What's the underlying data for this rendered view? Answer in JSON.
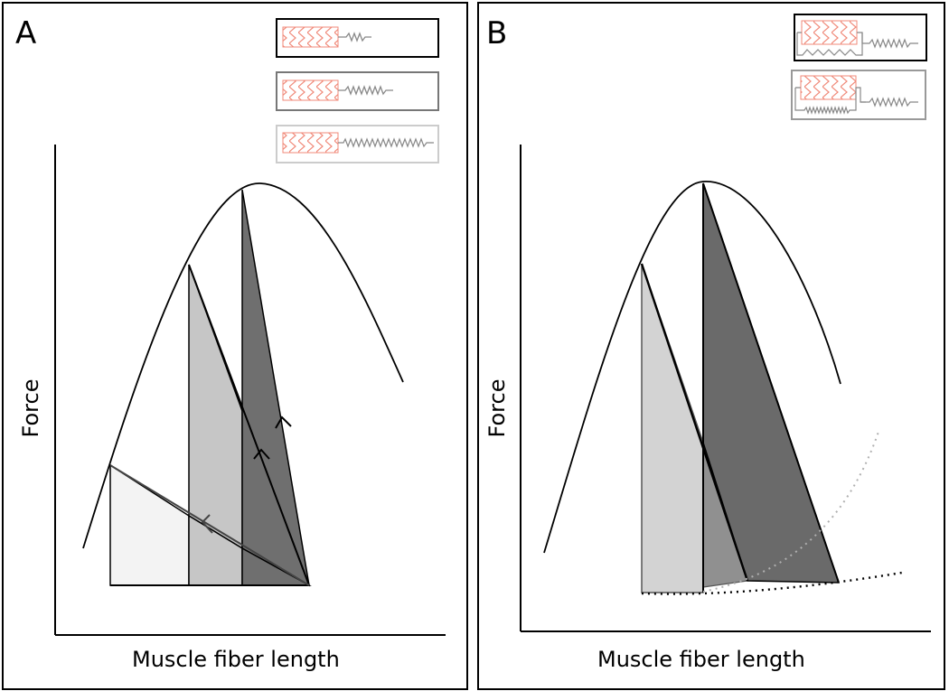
{
  "panels": {
    "a": {
      "letter": "A",
      "xlabel": "Muscle fiber length",
      "ylabel": "Force"
    },
    "b": {
      "letter": "B",
      "xlabel": "Muscle fiber length",
      "ylabel": "Force"
    }
  },
  "colors": {
    "curve": "#000000",
    "shade_light": "#f3f3f3",
    "shade_mid": "#c6c6c6",
    "shade_dark": "#6f6f6f",
    "shade_b_light": "#d3d3d3",
    "shade_b_mid": "#909090",
    "shade_b_dark": "#6a6a6a",
    "muscle_hatch": "#f08a7a",
    "spring": "#888888",
    "dotted_grey": "#b0b0b0"
  },
  "icons": {
    "panel_a_legend": [
      "muscle-short-spring-icon",
      "muscle-medium-spring-icon",
      "muscle-long-spring-icon"
    ],
    "panel_b_legend": [
      "muscle-parallel-spring-icon",
      "muscle-parallel-stiff-spring-icon"
    ]
  }
}
